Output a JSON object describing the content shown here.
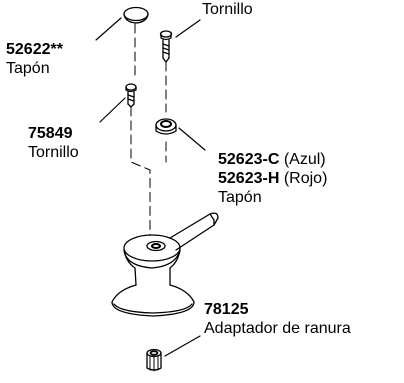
{
  "callouts": {
    "top_screw": {
      "name": "Tornillo"
    },
    "cap_top": {
      "part": "52622**",
      "name": "Tapón"
    },
    "screw": {
      "part": "75849",
      "name": "Tornillo"
    },
    "cap_color": {
      "part_a": "52623-C",
      "variant_a": "(Azul)",
      "part_b": "52623-H",
      "variant_b": "(Rojo)",
      "name": "Tapón"
    },
    "adapter": {
      "part": "78125",
      "name": "Adaptador de ranura"
    }
  }
}
